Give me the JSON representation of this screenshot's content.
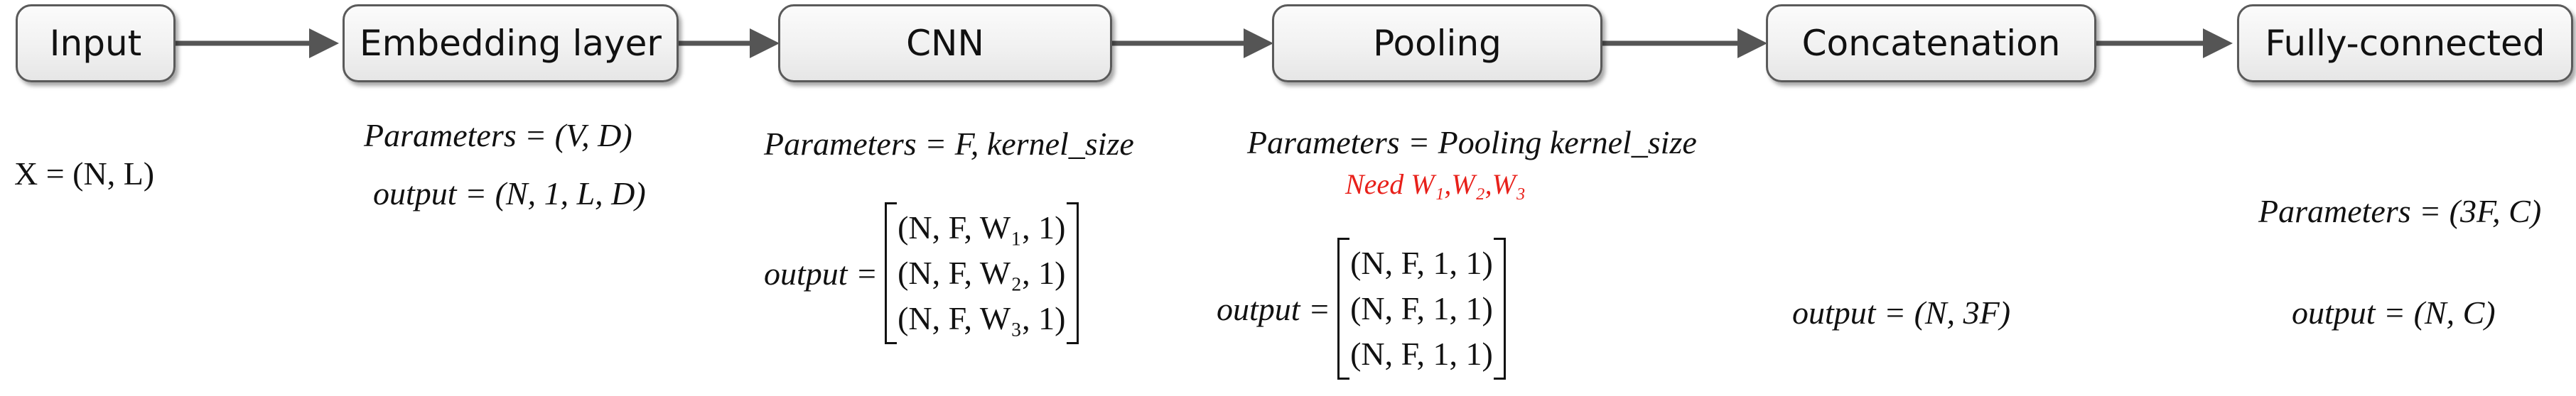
{
  "nodes": [
    {
      "id": "input",
      "label": "Input"
    },
    {
      "id": "embedding",
      "label": "Embedding layer"
    },
    {
      "id": "cnn",
      "label": "CNN"
    },
    {
      "id": "pooling",
      "label": "Pooling"
    },
    {
      "id": "concat",
      "label": "Concatenation"
    },
    {
      "id": "fc",
      "label": "Fully-connected"
    }
  ],
  "edges": [
    {
      "from": "input",
      "to": "embedding"
    },
    {
      "from": "embedding",
      "to": "cnn"
    },
    {
      "from": "cnn",
      "to": "pooling"
    },
    {
      "from": "pooling",
      "to": "concat"
    },
    {
      "from": "concat",
      "to": "fc"
    }
  ],
  "annotations": {
    "input": {
      "eq": "X = (N, L)"
    },
    "embedding": {
      "params": "Parameters = (V, D)",
      "output": "output = (N, 1, L, D)"
    },
    "cnn": {
      "params": "Parameters = F, kernel_size",
      "output_label": "output =",
      "output_rows": [
        "(N, F, W₁, 1)",
        "(N, F, W₂, 1)",
        "(N, F, W₃, 1)"
      ]
    },
    "pooling": {
      "params": "Parameters =  Pooling kernel_size",
      "note": "Need W₁,W₂,W₃",
      "output_label": "output =",
      "output_rows": [
        "(N, F, 1, 1)",
        "(N, F, 1, 1)",
        "(N, F, 1, 1)"
      ]
    },
    "concat": {
      "output": "output = (N, 3F)"
    },
    "fc": {
      "params": "Parameters = (3F, C)",
      "output": "output = (N, C)"
    }
  },
  "colors": {
    "box_border": "#5a5a5a",
    "arrow": "#555555",
    "note": "#e8201a"
  }
}
